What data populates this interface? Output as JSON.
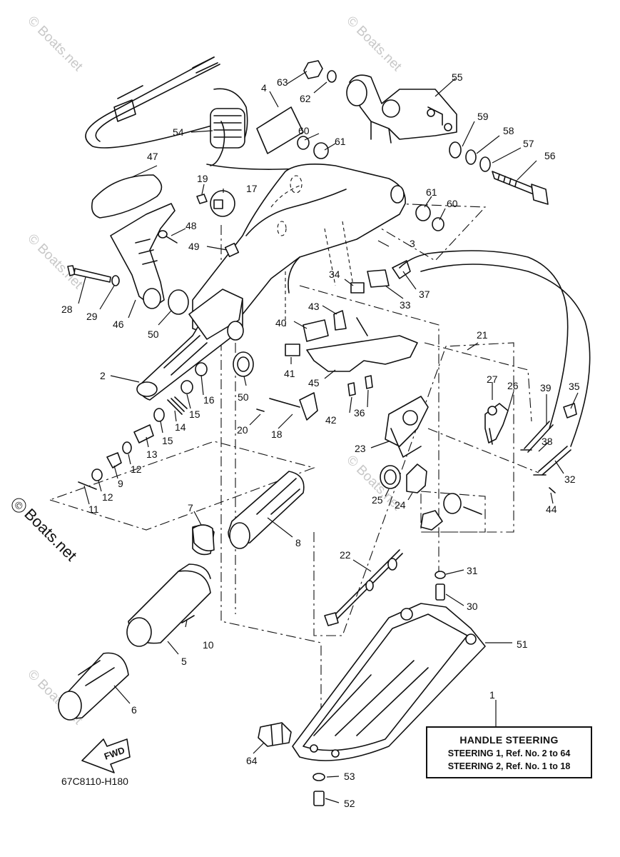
{
  "diagram": {
    "code": "67C8110-H180",
    "fwd_label": "FWD",
    "watermark": "Boats.net",
    "copyright_symbol": "©",
    "callouts": [
      "1",
      "2",
      "3",
      "4",
      "5",
      "6",
      "7",
      "8",
      "9",
      "10",
      "11",
      "12",
      "12",
      "13",
      "14",
      "15",
      "15",
      "16",
      "17",
      "18",
      "19",
      "20",
      "21",
      "22",
      "23",
      "24",
      "25",
      "26",
      "27",
      "28",
      "29",
      "30",
      "31",
      "32",
      "33",
      "34",
      "35",
      "36",
      "37",
      "38",
      "39",
      "40",
      "41",
      "42",
      "43",
      "44",
      "45",
      "46",
      "47",
      "48",
      "49",
      "50",
      "50",
      "51",
      "52",
      "53",
      "54",
      "55",
      "56",
      "57",
      "58",
      "59",
      "60",
      "60",
      "61",
      "61",
      "62",
      "63",
      "64"
    ]
  },
  "legend": {
    "title": "HANDLE STEERING",
    "row1": "STEERING 1,  Ref. No. 2 to 64",
    "row2": "STEERING 2,  Ref. No. 1 to 18"
  }
}
